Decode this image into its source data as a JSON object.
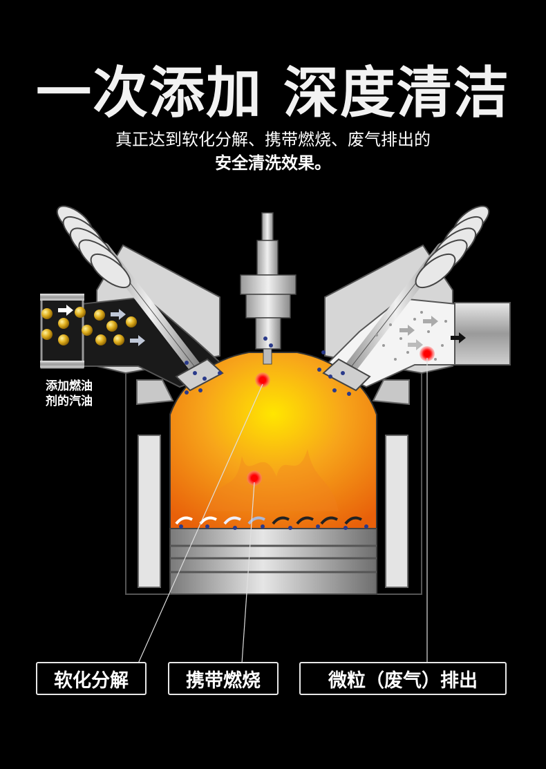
{
  "header": {
    "title": "一次添加 深度清洁",
    "subtitle": "真正达到软化分解、携带燃烧、废气排出的",
    "subtitle_bold": "安全清洗效果。"
  },
  "diagram": {
    "intake_label": "添加燃油剂的汽油",
    "labels": [
      "软化分解",
      "携带燃烧",
      "微粒（废气）排出"
    ]
  },
  "colors": {
    "background": "#000000",
    "engine_gray": "#d9d9d9",
    "flame_center": "#ffe600",
    "flame_edge": "#e8600a",
    "marker_red": "#ff0000",
    "fuel_gold": "#e0b020"
  }
}
